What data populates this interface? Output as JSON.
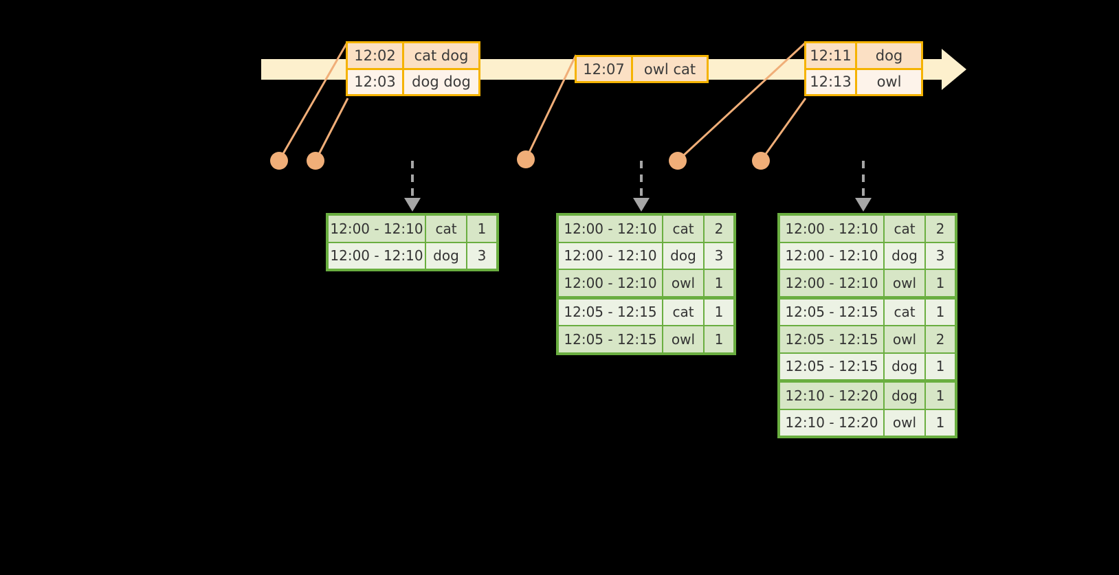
{
  "timeline": {
    "name": "event-stream-timeline",
    "bar_color": "#fdf0cd",
    "border_color": "#f5b301",
    "events": [
      {
        "id": "event-group-1",
        "rows": [
          {
            "time": "12:02",
            "payload": "cat dog"
          },
          {
            "time": "12:03",
            "payload": "dog dog"
          }
        ]
      },
      {
        "id": "event-group-2",
        "rows": [
          {
            "time": "12:07",
            "payload": "owl cat"
          }
        ]
      },
      {
        "id": "event-group-3",
        "rows": [
          {
            "time": "12:11",
            "payload": "dog"
          },
          {
            "time": "12:13",
            "payload": "owl"
          }
        ]
      }
    ]
  },
  "connector": {
    "dot_color": "#f0ae78",
    "line_color": "#f0ae78",
    "arrow_color": "#a6a6a6",
    "dots": [
      "dot-1",
      "dot-2",
      "dot-3",
      "dot-4",
      "dot-5"
    ]
  },
  "tables": {
    "accent": "#6aae40",
    "columns": [
      "window",
      "key",
      "count"
    ],
    "list": [
      {
        "id": "result-table-1",
        "rows": [
          {
            "window": "12:00 - 12:10",
            "key": "cat",
            "count": "1",
            "group": 0
          },
          {
            "window": "12:00 - 12:10",
            "key": "dog",
            "count": "3",
            "group": 0
          }
        ]
      },
      {
        "id": "result-table-2",
        "rows": [
          {
            "window": "12:00 - 12:10",
            "key": "cat",
            "count": "2",
            "group": 0
          },
          {
            "window": "12:00 - 12:10",
            "key": "dog",
            "count": "3",
            "group": 0
          },
          {
            "window": "12:00 - 12:10",
            "key": "owl",
            "count": "1",
            "group": 0
          },
          {
            "window": "12:05 - 12:15",
            "key": "cat",
            "count": "1",
            "group": 1
          },
          {
            "window": "12:05 - 12:15",
            "key": "owl",
            "count": "1",
            "group": 1
          }
        ]
      },
      {
        "id": "result-table-3",
        "rows": [
          {
            "window": "12:00 - 12:10",
            "key": "cat",
            "count": "2",
            "group": 0
          },
          {
            "window": "12:00 - 12:10",
            "key": "dog",
            "count": "3",
            "group": 0
          },
          {
            "window": "12:00 - 12:10",
            "key": "owl",
            "count": "1",
            "group": 0
          },
          {
            "window": "12:05 - 12:15",
            "key": "cat",
            "count": "1",
            "group": 1
          },
          {
            "window": "12:05 - 12:15",
            "key": "owl",
            "count": "2",
            "group": 1
          },
          {
            "window": "12:05 - 12:15",
            "key": "dog",
            "count": "1",
            "group": 1
          },
          {
            "window": "12:10 - 12:20",
            "key": "dog",
            "count": "1",
            "group": 2
          },
          {
            "window": "12:10 - 12:20",
            "key": "owl",
            "count": "1",
            "group": 2
          }
        ]
      }
    ]
  }
}
